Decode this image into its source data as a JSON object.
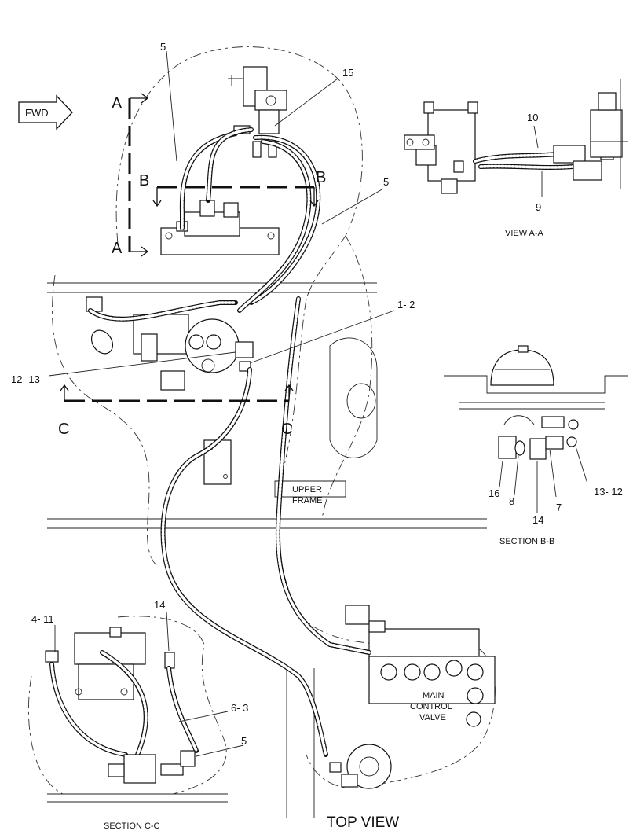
{
  "direction_arrow": {
    "label": "FWD"
  },
  "section_letters": {
    "a_top": "A",
    "a_bottom": "A",
    "b_left": "B",
    "b_right": "B",
    "c_left": "C",
    "c_right": "C"
  },
  "callouts": {
    "main_5_top": "5",
    "main_15": "15",
    "main_5_right": "5",
    "main_1_2": "1- 2",
    "main_12_13": "12- 13",
    "view_10": "10",
    "view_9": "9",
    "secb_16": "16",
    "secb_8": "8",
    "secb_14": "14",
    "secb_7": "7",
    "secb_13_12": "13- 12",
    "secc_4_11": "4- 11",
    "secc_14": "14",
    "secc_6_3": "6- 3",
    "secc_5": "5"
  },
  "frame_labels": {
    "upper_1": "UPPER",
    "upper_2": "FRAME",
    "valve_1": "MAIN",
    "valve_2": "CONTROL",
    "valve_3": "VALVE"
  },
  "view_titles": {
    "view_a": "VIEW A-A",
    "section_b": "SECTION B-B",
    "section_c": "SECTION C-C",
    "top_view": "TOP VIEW"
  }
}
